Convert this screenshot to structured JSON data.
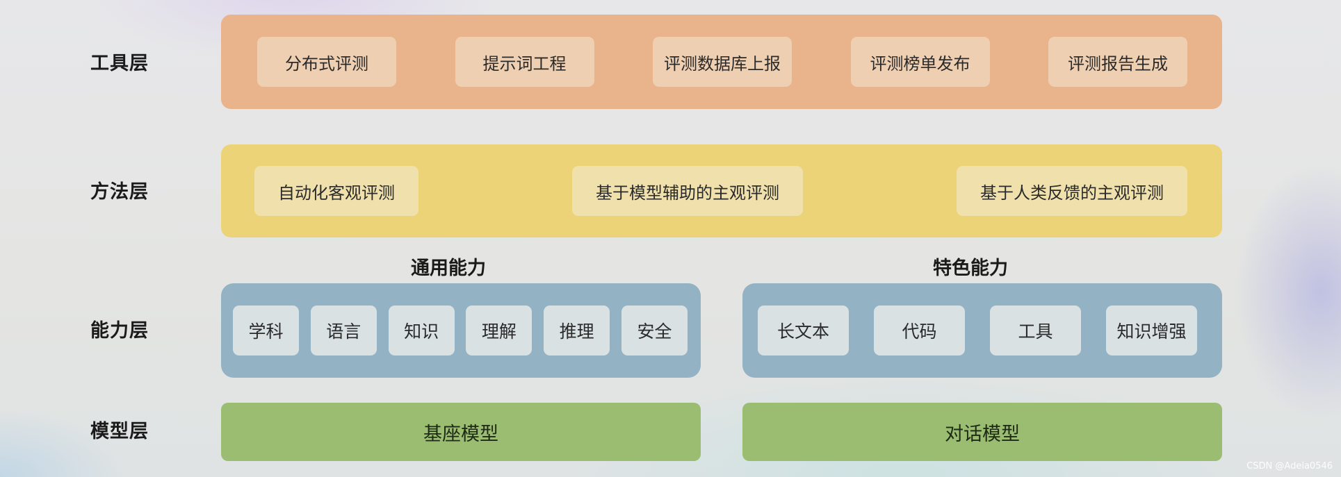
{
  "layers": {
    "tool": {
      "label": "工具层",
      "items": [
        "分布式评测",
        "提示词工程",
        "评测数据库上报",
        "评测榜单发布",
        "评测报告生成"
      ]
    },
    "method": {
      "label": "方法层",
      "items": [
        "自动化客观评测",
        "基于模型辅助的主观评测",
        "基于人类反馈的主观评测"
      ]
    },
    "capability": {
      "label": "能力层",
      "general": {
        "title": "通用能力",
        "items": [
          "学科",
          "语言",
          "知识",
          "理解",
          "推理",
          "安全"
        ]
      },
      "special": {
        "title": "特色能力",
        "items": [
          "长文本",
          "代码",
          "工具",
          "知识增强"
        ]
      }
    },
    "model": {
      "label": "模型层",
      "items": [
        "基座模型",
        "对话模型"
      ]
    }
  },
  "watermark": "CSDN @Adela0546",
  "colors": {
    "tool_band": "#e9b48b",
    "method_band": "#edd377",
    "capability_band": "#93b2c4",
    "model_band": "#9bbd72"
  }
}
